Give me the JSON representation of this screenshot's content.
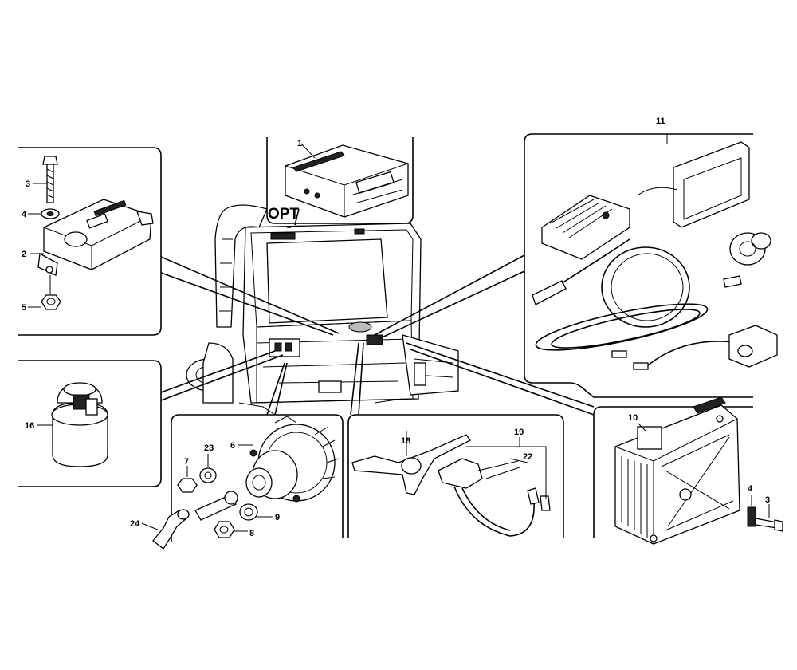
{
  "callouts": {
    "p1": "1",
    "p2": "2",
    "p3a": "3",
    "p3b": "3",
    "p4a": "4",
    "p4b": "4",
    "p5": "5",
    "p6": "6",
    "p7": "7",
    "p8": "8",
    "p9": "9",
    "p10": "10",
    "p11": "11",
    "p16": "16",
    "p18": "18",
    "p19": "19",
    "p22": "22",
    "p23": "23",
    "p24": "24"
  },
  "opt_label": "OPT"
}
